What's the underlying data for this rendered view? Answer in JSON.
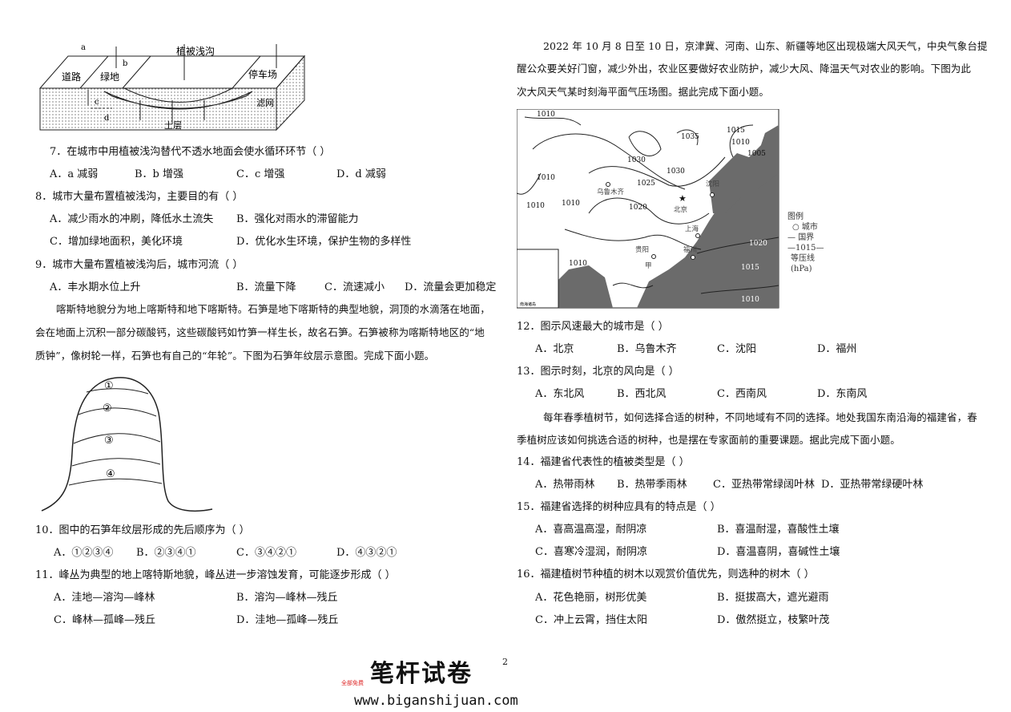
{
  "figure1": {
    "labels": {
      "a": "a",
      "b": "b",
      "c": "c",
      "d": "d",
      "road": "道路",
      "green": "绿地",
      "swale": "植被浅沟",
      "parking": "停车场",
      "filter": "滤网",
      "soil": "土层"
    }
  },
  "q7": {
    "stem": "7．在城市中用植被浅沟替代不透水地面会使水循环环节（   ）",
    "options": [
      "A．a 减弱",
      "B．b 增强",
      "C．c 增强",
      "D．d 减弱"
    ]
  },
  "q8": {
    "stem": "8．城市大量布置植被浅沟，主要目的有（   ）",
    "options": [
      "A．减少雨水的冲刷，降低水土流失",
      "B．强化对雨水的滞留能力",
      "C．增加绿地面积，美化环境",
      "D．优化水生环境，保护生物的多样性"
    ]
  },
  "q9": {
    "stem": "9．城市大量布置植被浅沟后，城市河流（   ）",
    "options": [
      "A．丰水期水位上升",
      "B．流量下降",
      "C．流速减小",
      "D．流量会更加稳定"
    ]
  },
  "karst_intro": [
    "喀斯特地貌分为地上喀斯特和地下喀斯特。石笋是地下喀斯特的典型地貌，洞顶的水滴落在地面，",
    "会在地面上沉积一部分碳酸钙，这些碳酸钙如竹笋一样生长，故名石笋。石笋被称为喀斯特地区的“地",
    "质钟”，像树轮一样，石笋也有自己的“年轮”。下图为石笋年纹层示意图。完成下面小题。"
  ],
  "figure2": {
    "labels": [
      "①",
      "②",
      "③",
      "④"
    ]
  },
  "q10": {
    "stem": "10．图中的石笋年纹层形成的先后顺序为（   ）",
    "options": [
      "A．①②③④",
      "B．②③④①",
      "C．③④②①",
      "D．④③②①"
    ]
  },
  "q11": {
    "stem": "11．峰丛为典型的地上喀特斯地貌，峰丛进一步溶蚀发育，可能逐步形成（   ）",
    "options": [
      "A．洼地—溶沟—峰林",
      "B．溶沟—峰林—残丘",
      "C．峰林—孤峰—残丘",
      "D．洼地—孤峰—残丘"
    ]
  },
  "wind_intro": [
    "2022 年 10 月 8 日至 10 日，京津冀、河南、山东、新疆等地区出现极端大风天气，中央气象台提",
    "醒公众要关好门窗，减少外出，农业区要做好农业防护，减少大风、降温天气对农业的影响。下图为此",
    "次大风天气某时刻海平面气压场图。据此完成下面小题。"
  ],
  "map": {
    "isobars": [
      "1010",
      "1010",
      "1010",
      "1010",
      "1030",
      "1035",
      "1030",
      "1025",
      "1020",
      "1015",
      "1010",
      "1005",
      "1020",
      "1015",
      "1010",
      "1010"
    ],
    "cities": {
      "urumqi": "乌鲁木齐",
      "beijing": "北京",
      "shenyang": "沈阳",
      "shanghai": "上海",
      "guiyang": "贵阳",
      "fuzhou": "福州",
      "jia": "甲"
    },
    "inset": "南海诸岛",
    "legend": {
      "title": "图例",
      "city": "城市",
      "border": "国界",
      "isobar_sample": "1015",
      "isobar": "等压线",
      "unit": "(hPa)"
    },
    "land_color": "#ffffff",
    "sea_color": "#6b6b6b"
  },
  "q12": {
    "stem": "12．图示风速最大的城市是（   ）",
    "options": [
      "A．北京",
      "B．乌鲁木齐",
      "C．沈阳",
      "D．福州"
    ]
  },
  "q13": {
    "stem": "13．图示时刻，北京的风向是（   ）",
    "options": [
      "A．东北风",
      "B．西北风",
      "C．西南风",
      "D．东南风"
    ]
  },
  "tree_intro": [
    "每年春季植树节，如何选择合适的树种，不同地域有不同的选择。地处我国东南沿海的福建省，春",
    "季植树应该如何挑选合适的树种，也是摆在专家面前的重要课题。据此完成下面小题。"
  ],
  "q14": {
    "stem": "14．福建省代表性的植被类型是（   ）",
    "options": [
      "A．热带雨林",
      "B．热带季雨林",
      "C．亚热带常绿阔叶林",
      "D．亚热带常绿硬叶林"
    ]
  },
  "q15": {
    "stem": "15．福建省选择的树种应具有的特点是（   ）",
    "options": [
      "A．喜高温高湿，耐阴凉",
      "B．喜温耐湿，喜酸性土壤",
      "C．喜寒冷湿润，耐阴凉",
      "D．喜温喜阴，喜碱性土壤"
    ]
  },
  "q16": {
    "stem": "16．福建植树节种植的树木以观赏价值优先，则选种的树木（   ）",
    "options": [
      "A．花色艳丽，树形优美",
      "B．挺拔高大，遮光避雨",
      "C．冲上云霄，挡住太阳",
      "D．傲然挺立，枝繁叶茂"
    ]
  },
  "page_number": "2",
  "watermark": {
    "title": "笔杆试卷",
    "free": "全部免费",
    "url": "www.biganshijuan.com"
  }
}
